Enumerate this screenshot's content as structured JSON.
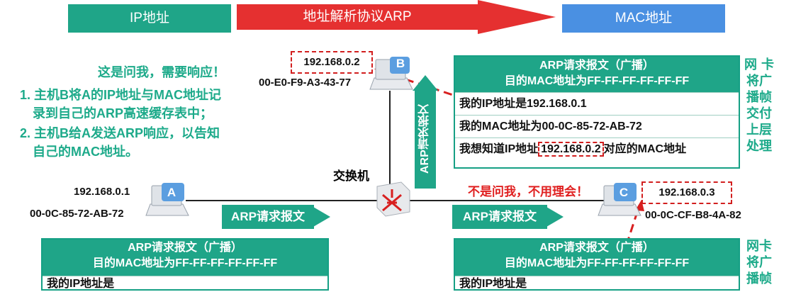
{
  "header": {
    "ip_label": "IP地址",
    "arp_label": "地址解析协议ARP",
    "mac_label": "MAC地址"
  },
  "host_b": {
    "badge": "B",
    "ip": "192.168.0.2",
    "mac": "00-E0-F9-A3-43-77",
    "title": "这是问我，需要响应！",
    "steps": [
      "1. 主机B将A的IP地址与MAC地址记",
      "录到自己的ARP高速缓存表中；",
      "2. 主机B给A发送ARP响应，以告知",
      "自己的MAC地址。"
    ]
  },
  "host_a": {
    "badge": "A",
    "ip": "192.168.0.1",
    "mac": "00-0C-85-72-AB-72"
  },
  "host_c": {
    "badge": "C",
    "ip": "192.168.0.3",
    "mac": "00-0C-CF-B8-4A-82",
    "note": "不是问我，不用理会！"
  },
  "switch": {
    "label": "交换机"
  },
  "vertical_tag": "ARP请求报文",
  "left_tag": "ARP请求报文",
  "right_tag": "ARP请求报文",
  "packet_top": {
    "title": "ARP请求报文（广播）",
    "dest": "目的MAC地址为FF-FF-FF-FF-FF-FF",
    "rows": [
      "我的IP地址是192.168.0.1",
      "我的MAC地址为00-0C-85-72-AB-72"
    ],
    "row3_prefix": "我想知道IP地址",
    "row3_ip": "192.168.0.2",
    "row3_suffix": "对应的MAC地址",
    "side": [
      "网",
      "卡",
      "将",
      "广",
      "播",
      "帧",
      "交",
      "付",
      "上",
      "层",
      "处",
      "理"
    ]
  },
  "packet_bl": {
    "title": "ARP请求报文（广播）",
    "dest": "目的MAC地址为FF-FF-FF-FF-FF-FF",
    "row": "我的IP地址是"
  },
  "packet_br": {
    "title": "ARP请求报文（广播）",
    "dest": "目的MAC地址为FF-FF-FF-FF-FF-FF",
    "row": "我的IP地址是",
    "side": [
      "网",
      "卡",
      "将",
      "广",
      "播",
      "帧"
    ]
  },
  "colors": {
    "teal": "#1fa588",
    "red": "#e53030",
    "blue": "#4a90e2"
  }
}
